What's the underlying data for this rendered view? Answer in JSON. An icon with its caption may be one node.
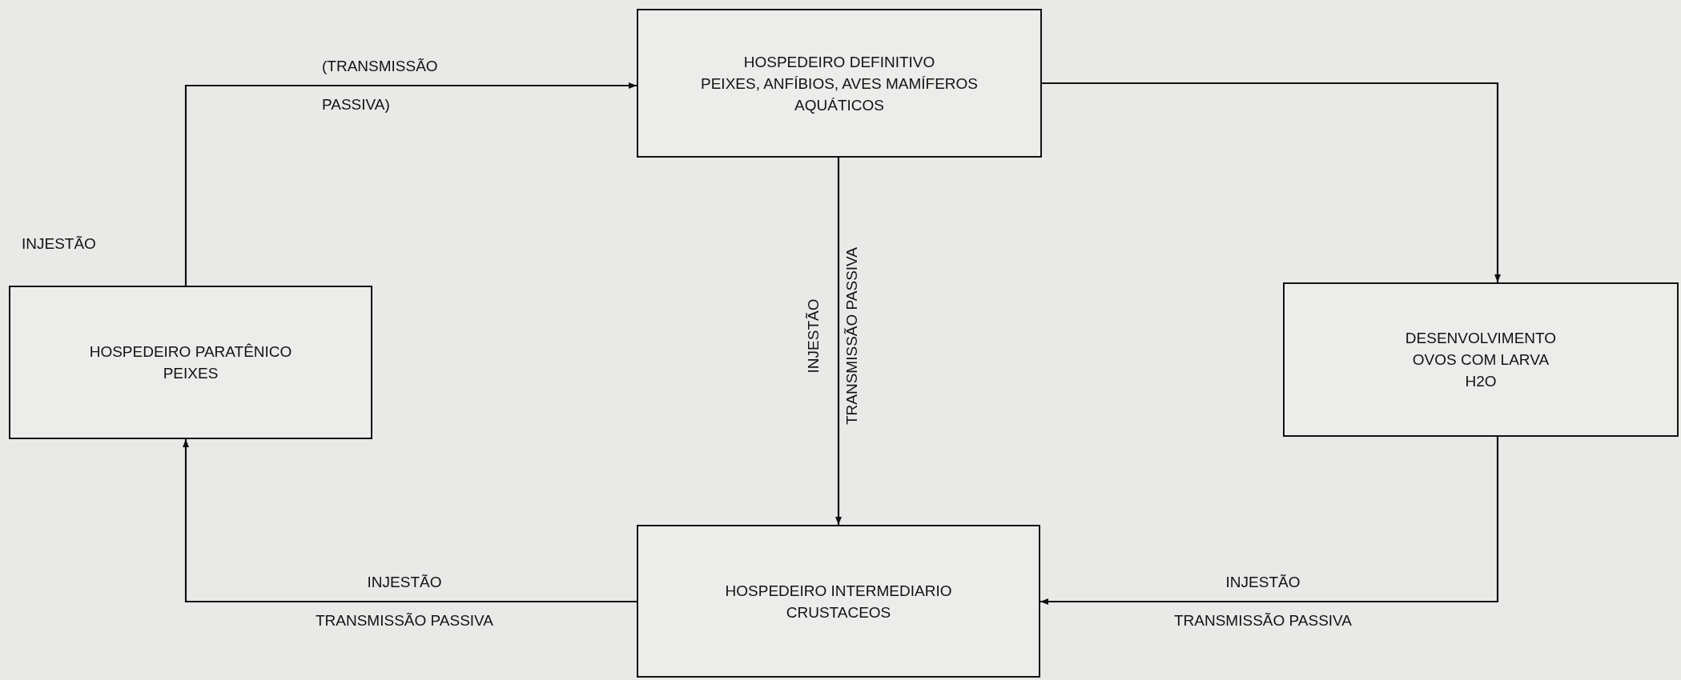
{
  "diagram": {
    "nodes": [
      {
        "text": [
          "HOSPEDEIRO DEFINITIVO",
          "PEIXES, ANFÍBIOS, AVES MAMÍFEROS AQUÁTICOS"
        ]
      },
      {
        "text": [
          "HOSPEDEIRO PARATÊNICO",
          "PEIXES"
        ]
      },
      {
        "text": [
          "DESENVOLVIMENTO",
          "OVOS COM LARVA",
          "H2O"
        ]
      },
      {
        "text": [
          "HOSPEDEIRO INTERMEDIARIO",
          "CRUSTACEOS"
        ]
      }
    ],
    "edges": [
      {
        "from": 1,
        "to": 0,
        "arrow": "to",
        "label": "(TRANSMISSÃO PASSIVA)"
      },
      {
        "from": 0,
        "to": 2,
        "arrow": "to"
      },
      {
        "from": 0,
        "to": 3,
        "arrow": "to",
        "label": "INJESTÃO TRANSMISSÃO PASSIVA"
      },
      {
        "from": 2,
        "to": 3,
        "arrow": "to",
        "label": "INJESTÃO TRANSMISSÃO PASSIVA"
      },
      {
        "from": 3,
        "to": 1,
        "arrow": "to",
        "label": "INJESTÃO TRANSMISSÃO PASSIVA"
      }
    ],
    "labels": [
      "INJESTÃO"
    ]
  }
}
